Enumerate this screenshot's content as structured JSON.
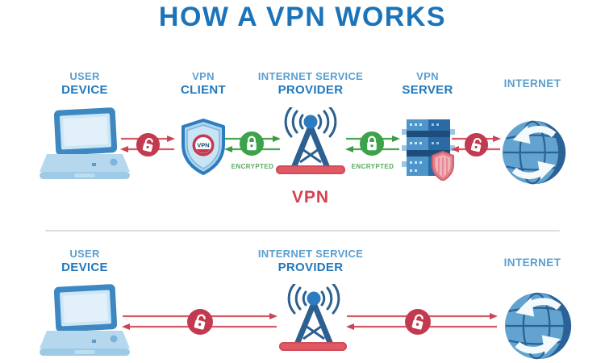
{
  "title": "HOW A VPN WORKS",
  "top": {
    "nodes": [
      {
        "line1": "USER",
        "line2": "DEVICE"
      },
      {
        "line1": "VPN",
        "line2": "CLIENT"
      },
      {
        "line1": "INTERNET SERVICE",
        "line2": "PROVIDER"
      },
      {
        "line1": "VPN",
        "line2": "SERVER"
      },
      {
        "line1": "INTERNET"
      }
    ],
    "encrypted_label_1": "ENCRYPTED",
    "encrypted_label_2": "ENCRYPTED",
    "tunnel_label": "VPN"
  },
  "bottom": {
    "nodes": [
      {
        "line1": "USER",
        "line2": "DEVICE"
      },
      {
        "line1": "INTERNET SERVICE",
        "line2": "PROVIDER"
      },
      {
        "line1": "INTERNET"
      }
    ]
  },
  "shield_badge_label": "VPN",
  "icons": {
    "laptop": "user device laptop",
    "shield": "vpn client shield",
    "tower": "isp radio tower",
    "server": "vpn server rack with shield",
    "globe": "internet globe with sync arrows",
    "lock_open": "unencrypted open padlock",
    "lock_closed": "encrypted closed padlock"
  },
  "colors": {
    "title_blue": "#1b74ba",
    "label_light_blue": "#5b9fd0",
    "label_dark_blue": "#2178bd",
    "arrow_red": "#d45a66",
    "lock_red": "#c23a50",
    "arrow_green": "#4aa550",
    "lock_green": "#3ea24b",
    "encrypted_green": "#57a85c",
    "vpn_red": "#d8414f",
    "tunnel_bar_red": "#e05a64",
    "divider_gray": "#dcdcdc"
  }
}
